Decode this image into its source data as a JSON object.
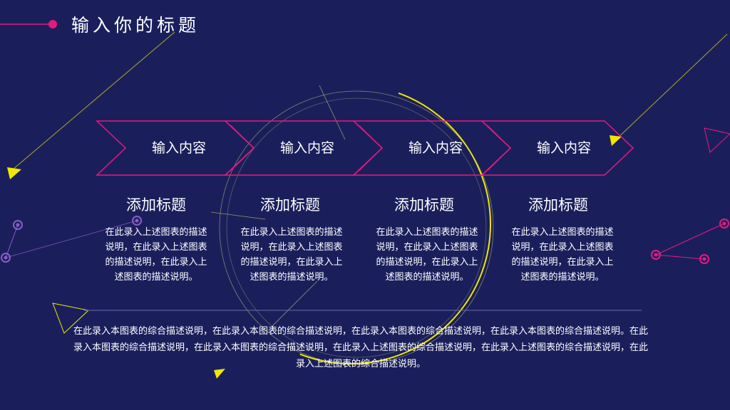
{
  "header": {
    "title": "输入你的标题"
  },
  "steps": [
    {
      "label": "输入内容",
      "heading": "添加标题",
      "desc": "在此录入上述图表的描述说明，在此录入上述图表的描述说明，在此录入上述图表的描述说明。"
    },
    {
      "label": "输入内容",
      "heading": "添加标题",
      "desc": "在此录入上述图表的描述说明，在此录入上述图表的描述说明，在此录入上述图表的描述说明。"
    },
    {
      "label": "输入内容",
      "heading": "添加标题",
      "desc": "在此录入上述图表的描述说明，在此录入上述图表的描述说明，在此录入上述图表的描述说明。"
    },
    {
      "label": "输入内容",
      "heading": "添加标题",
      "desc": "在此录入上述图表的描述说明，在此录入上述图表的描述说明，在此录入上述图表的描述说明。"
    }
  ],
  "summary": "在此录入本图表的综合描述说明，在此录入本图表的综合描述说明，在此录入本图表的综合描述说明，在此录入本图表的综合描述说明。在此录入本图表的综合描述说明，在此录入本图表的综合描述说明，在此录入上述图表的综合描述说明，在此录入上述图表的综合描述说明，在此录入上述图表的综合描述说明。",
  "colors": {
    "background": "#1a1f5c",
    "accent_pink": "#e8197d",
    "accent_yellow": "#f2e600",
    "accent_purple": "#8b5cc8"
  }
}
